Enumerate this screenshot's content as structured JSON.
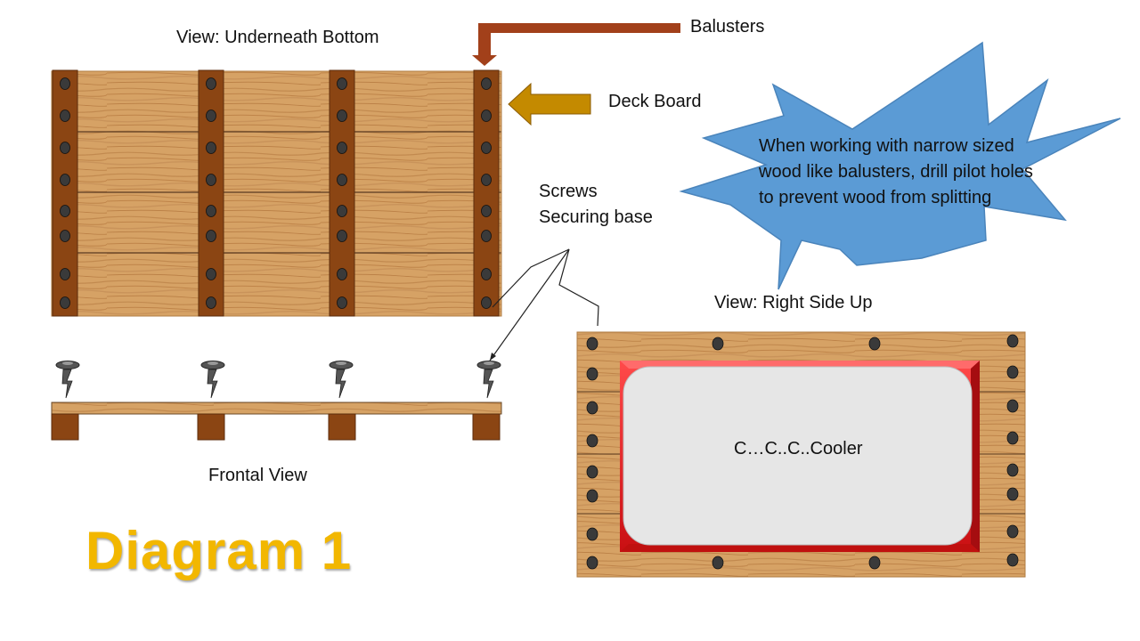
{
  "labels": {
    "view_bottom": "View: Underneath Bottom",
    "balusters": "Balusters",
    "deck_board": "Deck Board",
    "screws_line1": "Screws",
    "screws_line2": "Securing base",
    "frontal_view": "Frontal View",
    "view_right_side_up": "View: Right Side Up",
    "cooler": "C…C..C..Cooler",
    "diagram_title": "Diagram 1"
  },
  "callout": {
    "text": "When working with narrow sized wood like balusters, drill pilot holes to prevent wood from splitting"
  },
  "colors": {
    "wood_light": "#d9a469",
    "wood_dark": "#b97a42",
    "baluster": "#8b4513",
    "screw_hole": "#3a3a3a",
    "arrow_balusters": "#a2401a",
    "arrow_deck": "#c48a00",
    "callout_fill": "#5b9bd5",
    "cooler_frame": "#e8181a",
    "cooler_inner": "#e6e6e6",
    "title": "#f2b700"
  }
}
